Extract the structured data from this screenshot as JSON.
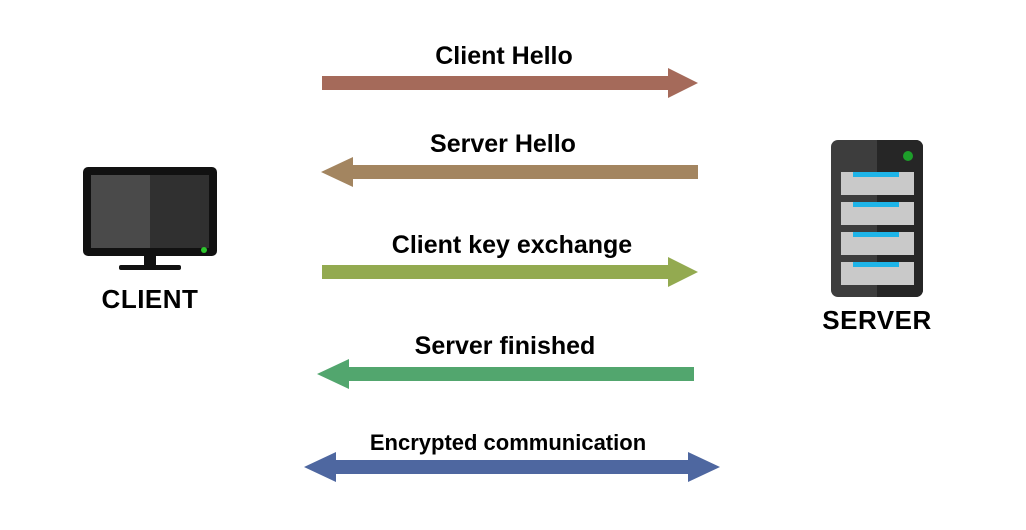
{
  "client": {
    "label": "CLIENT",
    "icon": "monitor-icon"
  },
  "server": {
    "label": "SERVER",
    "icon": "server-rack-icon"
  },
  "messages": [
    {
      "label": "Client Hello",
      "direction": "to-server",
      "color": "#A56A5A"
    },
    {
      "label": "Server Hello",
      "direction": "to-client",
      "color": "#A38560"
    },
    {
      "label": "Client key exchange",
      "direction": "to-server",
      "color": "#93AA50"
    },
    {
      "label": "Server finished",
      "direction": "to-client",
      "color": "#52A66E"
    },
    {
      "label": "Encrypted communication",
      "direction": "both",
      "color": "#4E67A0"
    }
  ]
}
